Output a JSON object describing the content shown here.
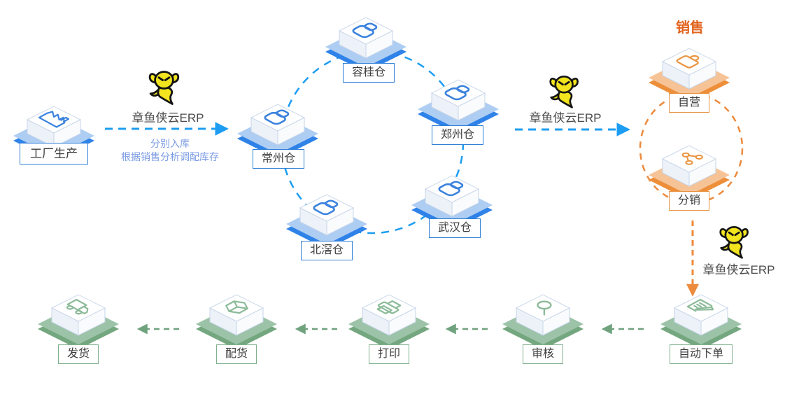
{
  "sales_title": "销售",
  "factory_label": "工厂生产",
  "erp_labels": {
    "first": "章鱼侠云ERP",
    "second": "章鱼侠云ERP",
    "third": "章鱼侠云ERP"
  },
  "notes": {
    "line1": "分别入库",
    "line2": "根据销售分析调配库存"
  },
  "warehouses": [
    "容桂仓",
    "郑州仓",
    "常州仓",
    "武汉仓",
    "北滘仓"
  ],
  "sales_channels": [
    "自营",
    "分销"
  ],
  "process_steps": [
    "自动下单",
    "审核",
    "打印",
    "配货",
    "发货"
  ],
  "icons": {
    "factory": "factory-icon",
    "warehouse": "package-icon",
    "self_operated": "shopping-bag-icon",
    "distribution": "share-network-icon",
    "auto_order": "document-pen-icon",
    "review": "magnifier-icon",
    "print": "printer-icon",
    "allocate": "cube-icon",
    "ship": "truck-icon",
    "mascot": "octopus-mascot-icon"
  },
  "colors": {
    "flow_blue": "#1d9df2",
    "node_blue": "#2e82e8",
    "node_blue_light": "#aecdf2",
    "glyph_blue": "#3b82de",
    "orange": "#ed8a3c",
    "orange_light": "#f6c397",
    "green": "#74a77f",
    "green_light": "#9cc3a8",
    "glyph_green": "#8cbb99",
    "note_text": "#7b9be4",
    "title_orange": "#e2641f",
    "label_text": "#3d3d3d",
    "octopus_yellow": "#f2e41e"
  }
}
